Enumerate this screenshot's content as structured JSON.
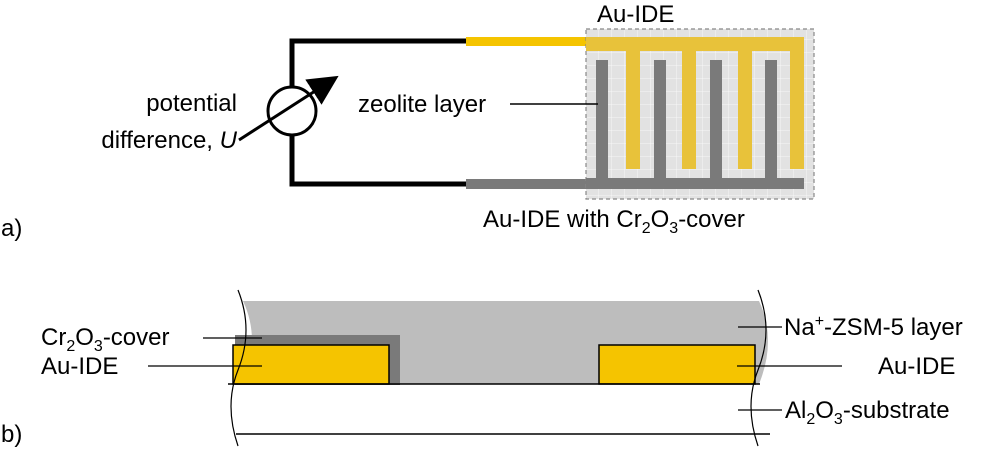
{
  "panel_a": {
    "label": "a)",
    "ide_top_label": "Au-IDE",
    "ide_bottom_label": "Au-IDE with Cr",
    "ide_bottom_sub1": "2",
    "ide_bottom_mid": "O",
    "ide_bottom_sub2": "3",
    "ide_bottom_tail": "-cover",
    "zeolite_label": "zeolite layer",
    "voltage_label_line1": "potential",
    "voltage_label_line2": "difference, ",
    "voltage_symbol": "U"
  },
  "panel_b": {
    "label": "b)",
    "cover_pre": "Cr",
    "cover_sub1": "2",
    "cover_mid": "O",
    "cover_sub2": "3",
    "cover_tail": "-cover",
    "au_left": "Au-IDE",
    "au_right": "Au-IDE",
    "zsm_pre": "Na",
    "zsm_sup": "+",
    "zsm_tail": "-ZSM-5 layer",
    "substrate_pre": "Al",
    "substrate_sub1": "2",
    "substrate_mid": "O",
    "substrate_sub2": "3",
    "substrate_tail": "-substrate"
  },
  "colors": {
    "gold": "#f5c400",
    "gold_finger": "#e8c23a",
    "cr_cover": "#7a7a7a",
    "zeolite": "#bdbdbd",
    "substrate_bg": "#e6e6e6"
  }
}
